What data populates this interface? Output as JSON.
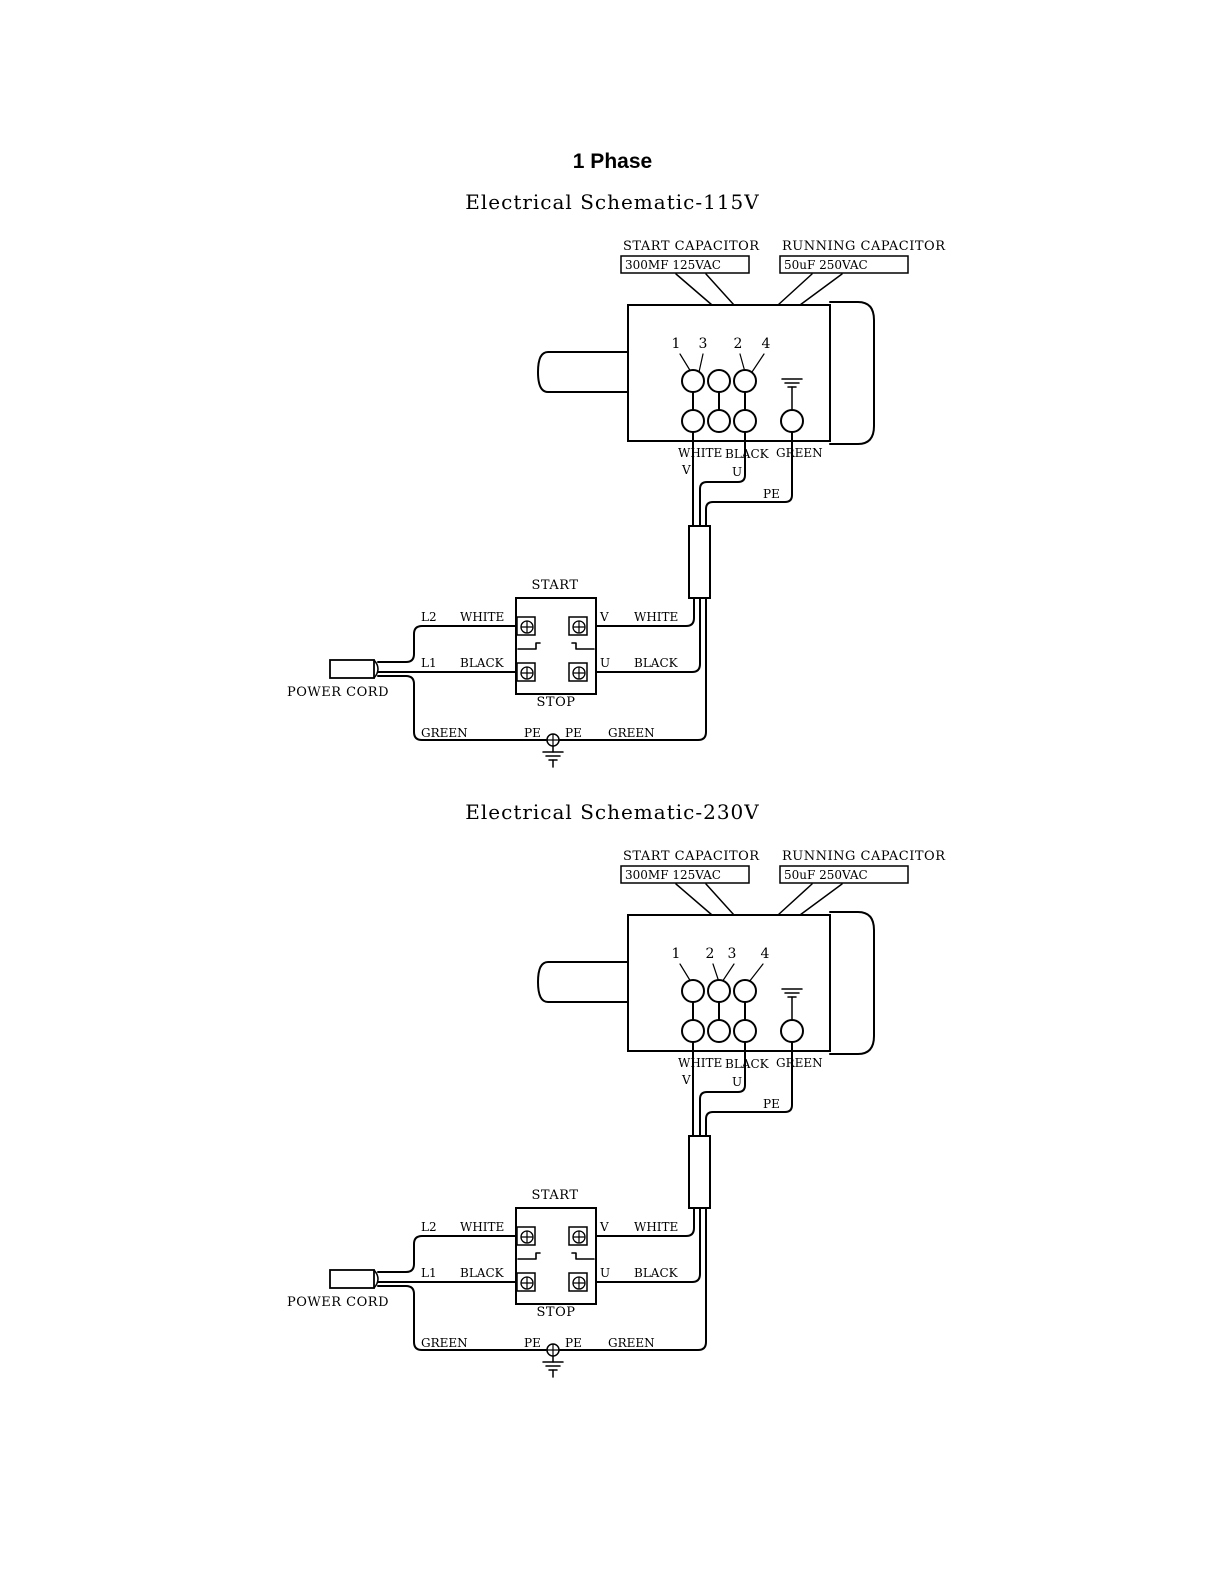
{
  "page_title": "1 Phase",
  "diagrams": [
    {
      "title": "Electrical Schematic-115V",
      "start_cap_label": "START  CAPACITOR",
      "start_cap_value": "300MF    125VAC",
      "run_cap_label": "RUNNING  CAPACITOR",
      "run_cap_value": "50uF    250VAC",
      "terminal_numbers": [
        "1",
        "3",
        "2",
        "4"
      ],
      "motor_wires": {
        "white": "WHITE",
        "black": "BLACK",
        "green": "GREEN",
        "v": "V",
        "u": "U",
        "pe": "PE"
      },
      "switch": {
        "start": "START",
        "stop": "STOP",
        "v": "V",
        "u": "U",
        "l2": "L2",
        "l1": "L1"
      },
      "wire_labels": {
        "white_in": "WHITE",
        "black_in": "BLACK",
        "white_out": "WHITE",
        "black_out": "BLACK",
        "green_left": "GREEN",
        "green_right": "GREEN",
        "pe_left": "PE",
        "pe_right": "PE"
      },
      "power_cord": "POWER  CORD"
    },
    {
      "title": "Electrical Schematic-230V",
      "start_cap_label": "START  CAPACITOR",
      "start_cap_value": "300MF    125VAC",
      "run_cap_label": "RUNNING  CAPACITOR",
      "run_cap_value": "50uF    250VAC",
      "terminal_numbers": [
        "1",
        "2",
        "3",
        "4"
      ],
      "motor_wires": {
        "white": "WHITE",
        "black": "BLACK",
        "green": "GREEN",
        "v": "V",
        "u": "U",
        "pe": "PE"
      },
      "switch": {
        "start": "START",
        "stop": "STOP",
        "v": "V",
        "u": "U",
        "l2": "L2",
        "l1": "L1"
      },
      "wire_labels": {
        "white_in": "WHITE",
        "black_in": "BLACK",
        "white_out": "WHITE",
        "black_out": "BLACK",
        "green_left": "GREEN",
        "green_right": "GREEN",
        "pe_left": "PE",
        "pe_right": "PE"
      },
      "power_cord": "POWER  CORD"
    }
  ]
}
